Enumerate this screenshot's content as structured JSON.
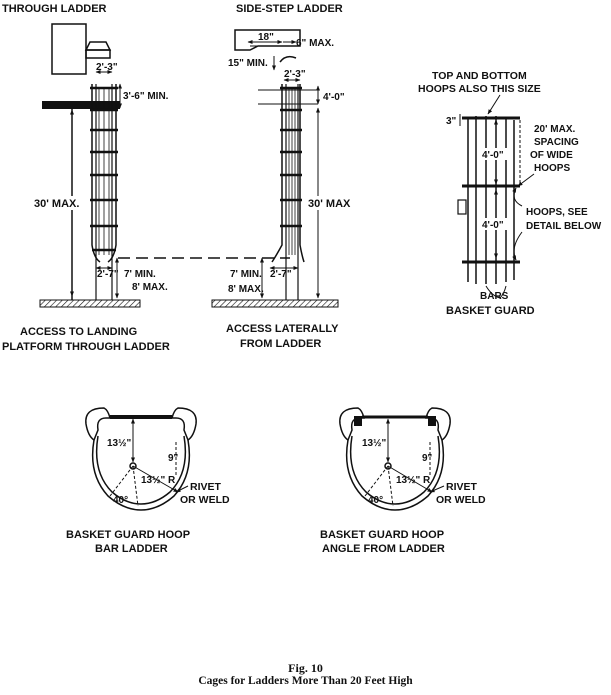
{
  "through_ladder": {
    "heading": "THROUGH LADDER",
    "dim_width": "2'-3\"",
    "dim_top": "3'-6\" MIN.",
    "dim_height": "30' MAX.",
    "dim_bottom_width": "2'-7\"",
    "dim_min": "7' MIN.",
    "dim_max": "8' MAX.",
    "caption_1": "ACCESS TO LANDING",
    "caption_2": "PLATFORM THROUGH LADDER"
  },
  "side_step_ladder": {
    "heading": "SIDE-STEP LADDER",
    "dim_18": "18\"",
    "dim_6max": "6\" MAX.",
    "dim_15min": "15\" MIN.",
    "dim_width": "2'-3\"",
    "dim_top": "4'-0\"",
    "dim_height": "30' MAX",
    "dim_min": "7' MIN.",
    "dim_bottom_width": "2'-7\"",
    "dim_max": "8' MAX.",
    "caption_1": "ACCESS LATERALLY",
    "caption_2": "FROM LADDER"
  },
  "basket_guard": {
    "note_1": "TOP AND BOTTOM",
    "note_2": "HOOPS ALSO THIS SIZE",
    "dim_3": "3\"",
    "spacing_1": "20' MAX.",
    "spacing_2": "SPACING",
    "spacing_3": "OF WIDE",
    "spacing_4": "HOOPS",
    "dim_4a": "4'-0\"",
    "dim_4b": "4'-0\"",
    "hoops_1": "HOOPS, SEE",
    "hoops_2": "DETAIL BELOW",
    "bars": "BARS",
    "title": "BASKET GUARD"
  },
  "hoop_bar": {
    "dim_135": "13½\"",
    "dim_9": "9\"",
    "dim_r": "13½\" R",
    "angle": "40°",
    "rivet_1": "RIVET",
    "rivet_2": "OR WELD",
    "title_1": "BASKET GUARD HOOP",
    "title_2": "BAR LADDER"
  },
  "hoop_angle": {
    "dim_135": "13½\"",
    "dim_9": "9\"",
    "dim_r": "13½\" R",
    "angle": "40°",
    "rivet_1": "RIVET",
    "rivet_2": "OR WELD",
    "title_1": "BASKET GUARD HOOP",
    "title_2": "ANGLE FROM LADDER"
  },
  "figure": {
    "number": "Fig. 10",
    "title": "Cages for Ladders More Than 20 Feet High"
  }
}
